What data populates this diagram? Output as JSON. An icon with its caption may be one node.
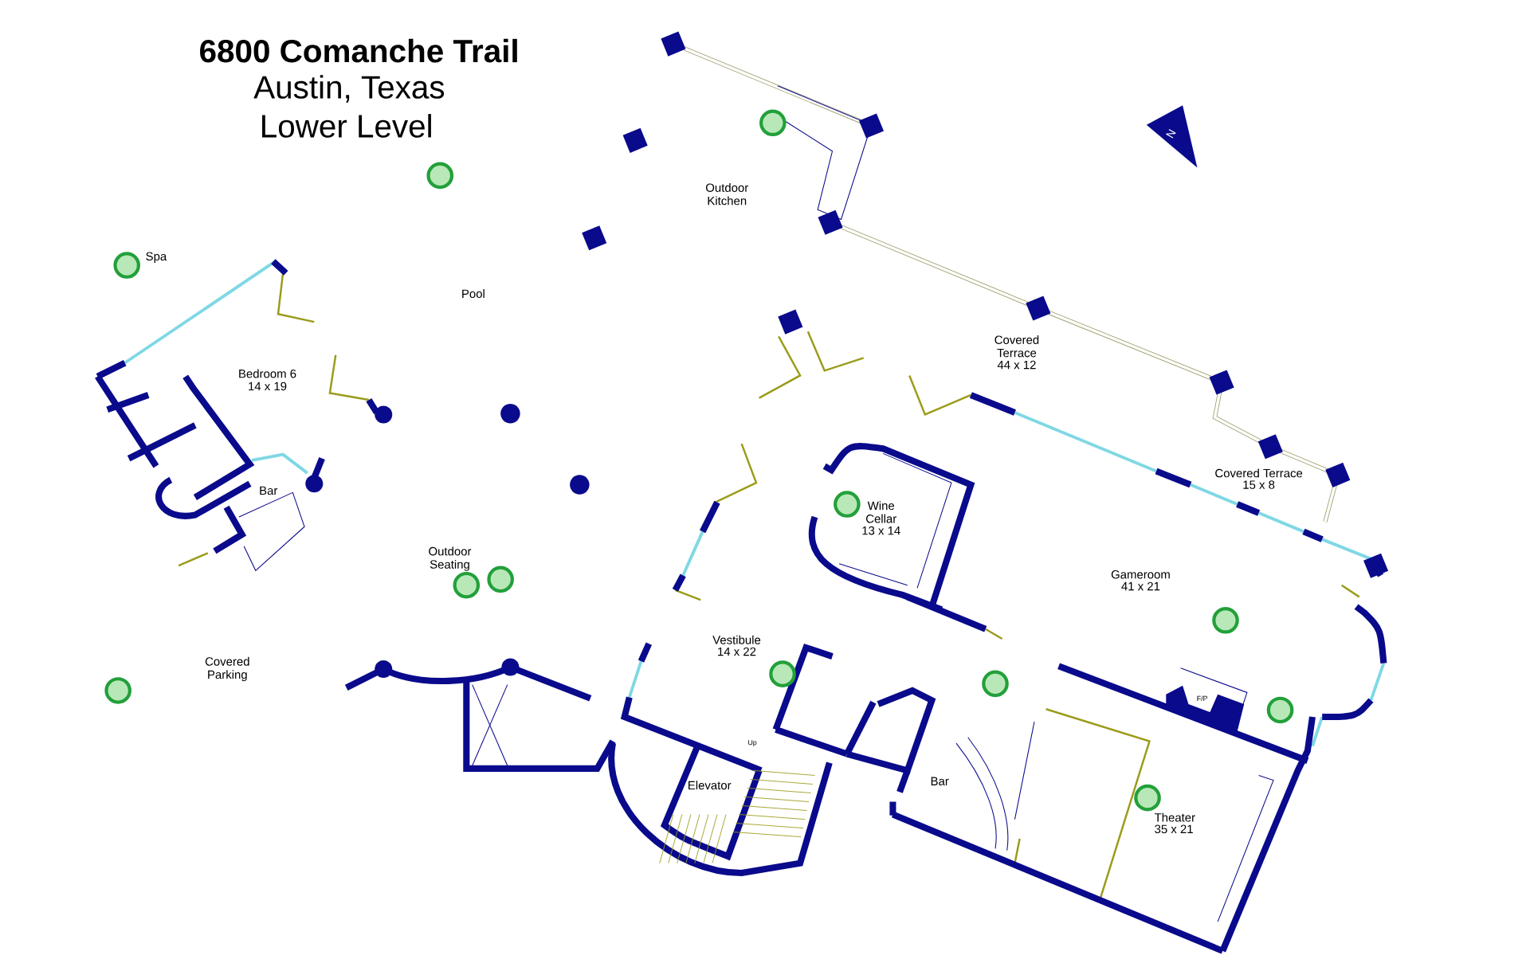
{
  "diagram": {
    "title": "6800 Comanche Trail",
    "labels": [
      "Austin, Texas",
      "Lower Level",
      "Outdoor Kitchen",
      "Spa",
      "Pool",
      "Bedroom 6",
      "14 x 19",
      "Covered Terrace",
      "44 x 12",
      "Covered Terrace",
      "15 x 8",
      "Bar",
      "Wine Cellar",
      "13 x 14",
      "Outdoor Seating",
      "Gameroom",
      "41 x 21",
      "Vestibule",
      "14 x 22",
      "Covered Parking",
      "Up",
      "Elevator",
      "F/P",
      "Bar",
      "Theater",
      "35 x 21",
      "N"
    ]
  }
}
